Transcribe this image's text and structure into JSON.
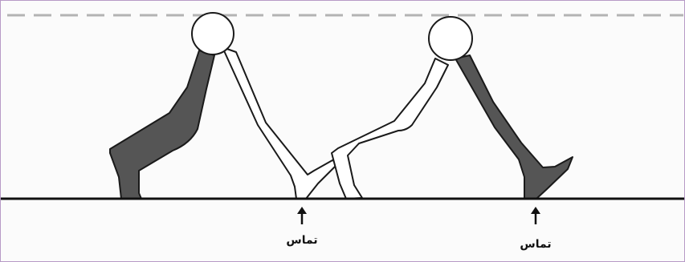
{
  "diagram": {
    "labels": {
      "contact_left": "تماس",
      "contact_right": "تماس"
    },
    "colors": {
      "frame_border": "#b79ac6",
      "dashed_line": "#b3b3b3",
      "ground_line": "#111111",
      "dark_leg": "#555555",
      "light_leg": "#ffffff",
      "outline": "#1a1a1a"
    },
    "figures": [
      {
        "name": "left-stride-figure"
      },
      {
        "name": "right-stride-figure"
      }
    ]
  }
}
